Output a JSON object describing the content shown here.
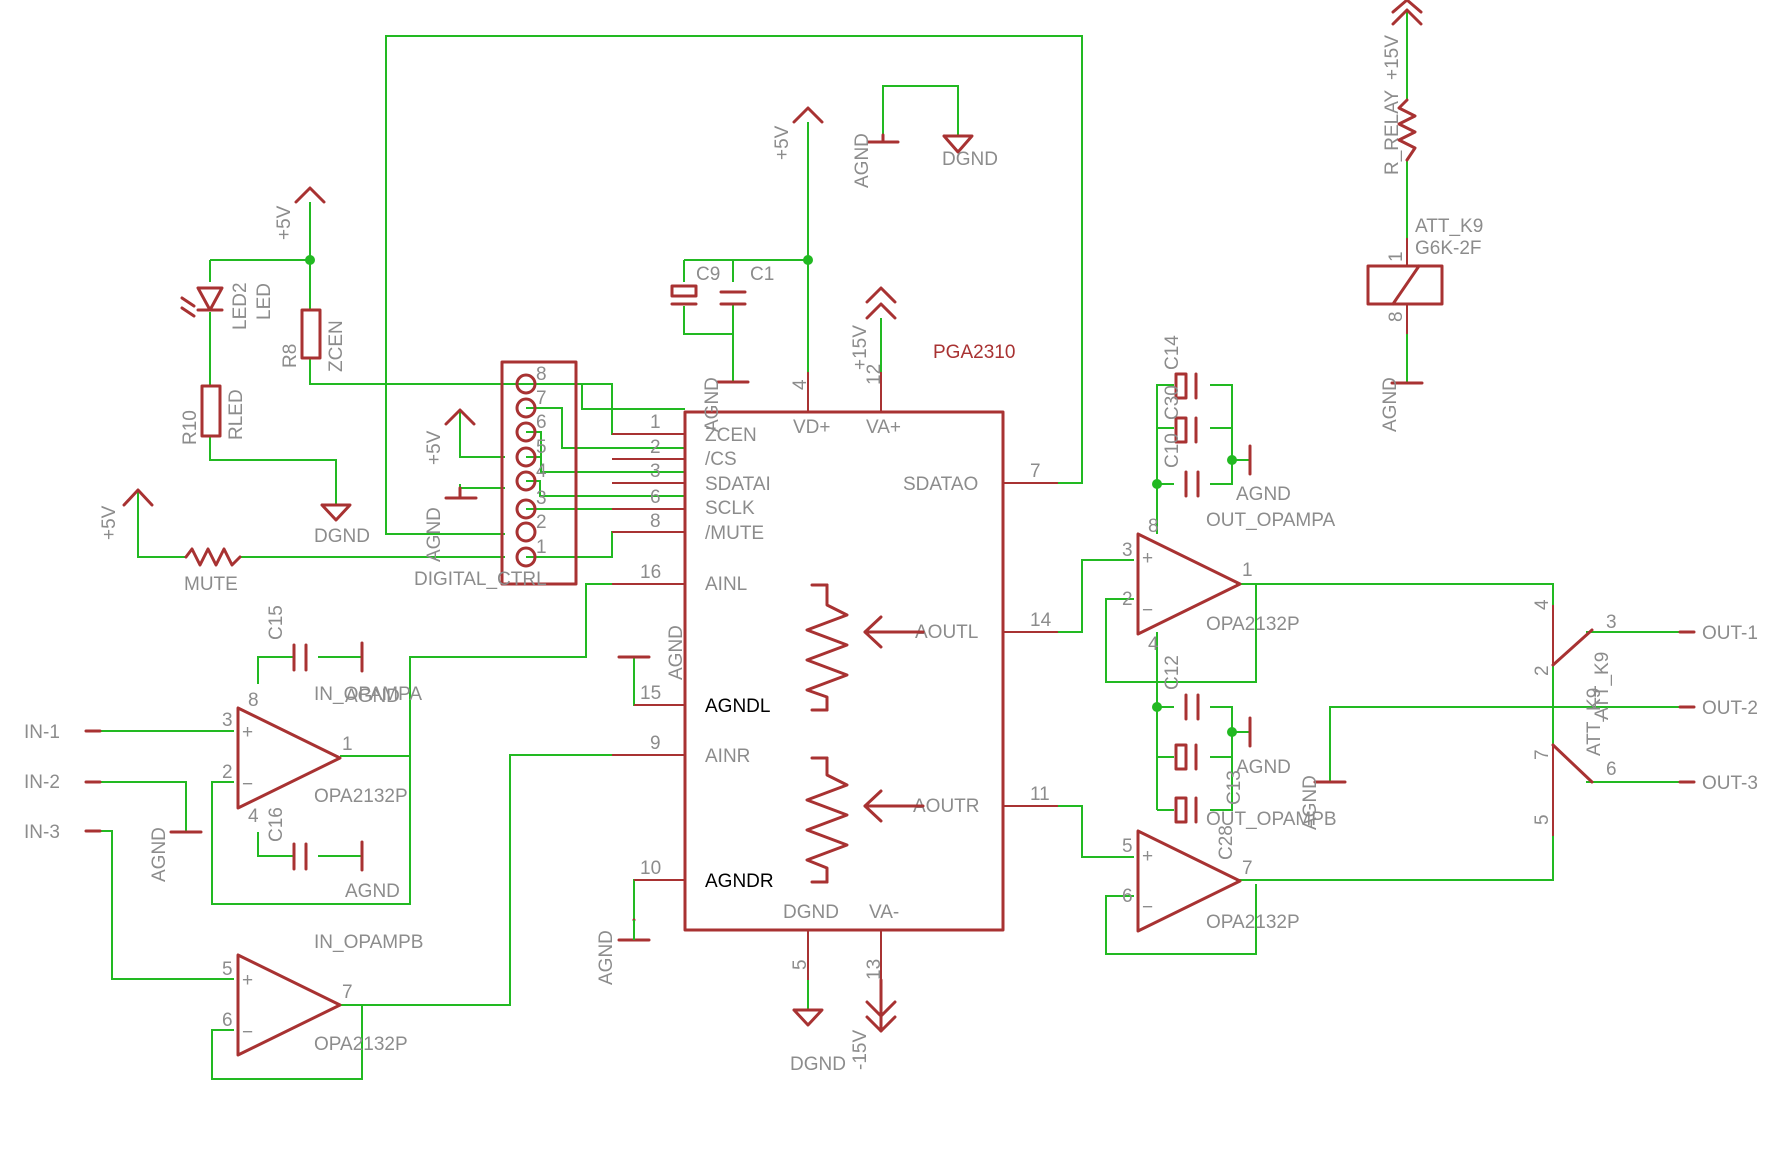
{
  "colors": {
    "symbol": "#a83232",
    "wire": "#22b922",
    "text": "#8c8c8c",
    "background": "#ffffff"
  },
  "ic": {
    "name": "PGA2310",
    "left_pins": [
      {
        "num": "1",
        "label": "ZCEN"
      },
      {
        "num": "2",
        "label": "/CS"
      },
      {
        "num": "3",
        "label": "SDATAI"
      },
      {
        "num": "6",
        "label": "SCLK"
      },
      {
        "num": "8",
        "label": "/MUTE"
      },
      {
        "num": "16",
        "label": "AINL"
      },
      {
        "num": "15",
        "label": "AGNDL"
      },
      {
        "num": "9",
        "label": "AINR"
      },
      {
        "num": "10",
        "label": "AGNDR"
      }
    ],
    "top_pins": [
      {
        "num": "4",
        "label": "VD+"
      },
      {
        "num": "12",
        "label": "VA+"
      }
    ],
    "right_pins": [
      {
        "num": "7",
        "label": "SDATAO"
      },
      {
        "num": "14",
        "label": "AOUTL"
      },
      {
        "num": "11",
        "label": "AOUTR"
      }
    ],
    "bottom_pins": [
      {
        "num": "5",
        "label": "DGND"
      },
      {
        "num": "13",
        "label": "VA-"
      }
    ]
  },
  "connector": {
    "name": "DIGITAL_CTRL",
    "pins": [
      "8",
      "7",
      "6",
      "5",
      "4",
      "3",
      "2",
      "1"
    ]
  },
  "supplies": {
    "p5v": "+5V",
    "p15v": "+15V",
    "m15v": "-15V",
    "agnd": "AGND",
    "dgnd": "DGND"
  },
  "components": {
    "led2_name": "LED2",
    "led2_value": "LED",
    "r8_name": "R8",
    "r8_value": "ZCEN",
    "r10_name": "R10",
    "r10_value": "RLED",
    "mute_res": "MUTE",
    "c9": "C9",
    "c1": "C1",
    "c15": "C15",
    "c16": "C16",
    "c14": "C14",
    "c30": "C30",
    "c10": "C10",
    "c12": "C12",
    "c13": "C13",
    "c28": "C28",
    "relay_res": "R_RELAY",
    "relay_name": "ATT_K9",
    "relay_value": "G6K-2F",
    "relay_sw_name": "ATT_K9",
    "relay_sw_value": "ATT_K9"
  },
  "opamps": {
    "model": "OPA2132P",
    "in_a": "IN_OPAMPA",
    "in_b": "IN_OPAMPB",
    "out_a": "OUT_OPAMPA",
    "out_b": "OUT_OPAMPB"
  },
  "ports": {
    "inputs": [
      "IN-1",
      "IN-2",
      "IN-3"
    ],
    "outputs": [
      "OUT-1",
      "OUT-2",
      "OUT-3"
    ]
  },
  "pin_numbers": {
    "opamp_in_a": [
      "8",
      "3",
      "2",
      "1",
      "4"
    ],
    "opamp_in_b": [
      "5",
      "6",
      "7"
    ],
    "opamp_out_a": [
      "8",
      "3",
      "2",
      "1",
      "4"
    ],
    "opamp_out_b": [
      "5",
      "6",
      "7"
    ],
    "relay_coil": [
      "1",
      "8"
    ],
    "relay_switch": [
      "4",
      "3",
      "2",
      "7",
      "6",
      "5"
    ]
  }
}
